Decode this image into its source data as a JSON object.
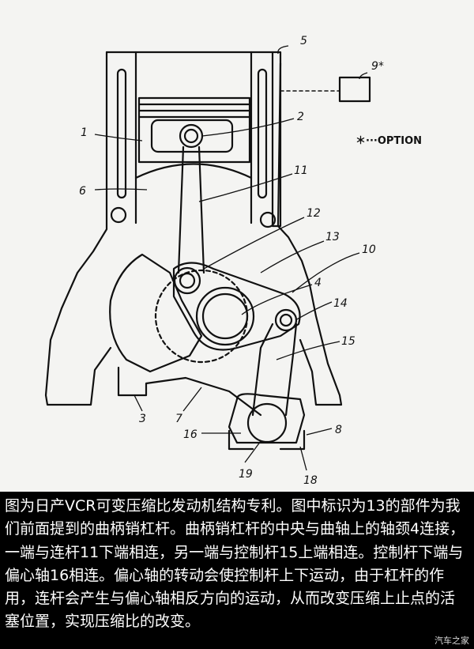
{
  "diagram": {
    "labels": {
      "l1": "1",
      "l2": "2",
      "l3": "3",
      "l4": "4",
      "l5": "5",
      "l6": "6",
      "l7": "7",
      "l8": "8",
      "l9": "9*",
      "l10": "10",
      "l11": "11",
      "l12": "12",
      "l13": "13",
      "l14": "14",
      "l15": "15",
      "l16": "16",
      "l18": "18",
      "l19": "19"
    },
    "option_note": "＊···OPTION"
  },
  "caption": {
    "text": "图为日产VCR可变压缩比发动机结构专利。图中标识为13的部件为我们前面提到的曲柄销杠杆。曲柄销杠杆的中央与曲轴上的轴颈4连接，一端与连杆11下端相连，另一端与控制杆15上端相连。控制杆下端与偏心轴16相连。偏心轴的转动会使控制杆上下运动，由于杠杆的作用，连杆会产生与偏心轴相反方向的运动，从而改变压缩上止点的活塞位置，实现压缩比的改变。",
    "watermark": "汽车之家"
  }
}
